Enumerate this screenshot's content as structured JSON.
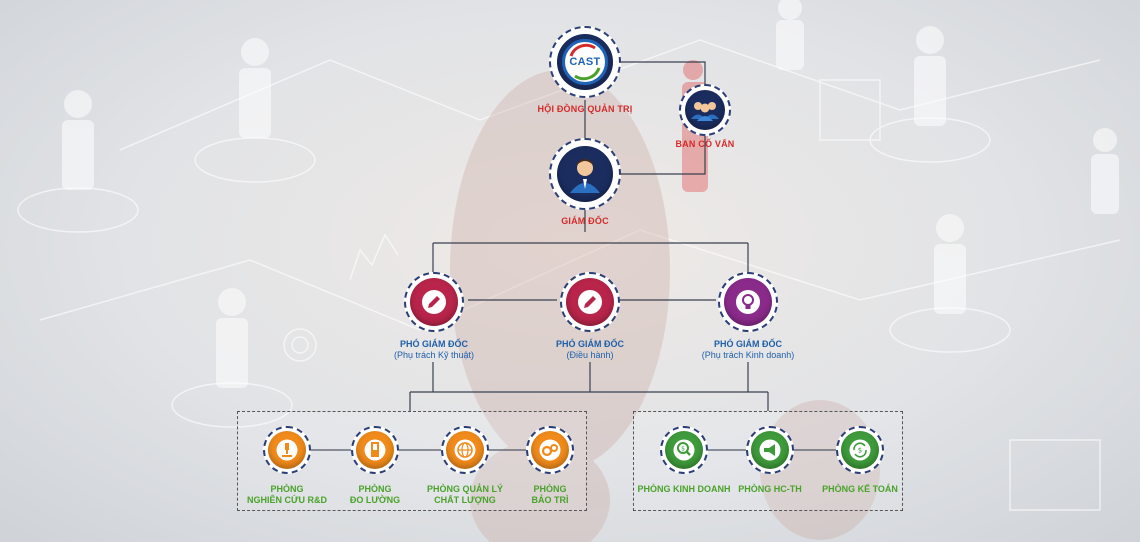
{
  "top": {
    "board_label": "HỘI ĐỒNG QUẢN TRỊ",
    "logo_text": "CAST",
    "advisory_label": "BAN CỐ VẤN",
    "director_label": "GIÁM ĐỐC"
  },
  "deputies": [
    {
      "title": "PHÓ GIÁM ĐỐC",
      "subtitle": "(Phụ trách Kỹ thuật)"
    },
    {
      "title": "PHÓ GIÁM ĐỐC",
      "subtitle": "(Điều hành)"
    },
    {
      "title": "PHÓ GIÁM ĐỐC",
      "subtitle": "(Phụ trách Kinh doanh)"
    }
  ],
  "departments_left": [
    {
      "line1": "PHÒNG",
      "line2": "NGHIÊN CỨU R&D",
      "icon": "microscope-icon"
    },
    {
      "line1": "PHÒNG",
      "line2": "ĐO LƯỜNG",
      "icon": "beaker-icon"
    },
    {
      "line1": "PHÒNG QUẢN LÝ",
      "line2": "CHẤT LƯỢNG",
      "icon": "iso-globe-icon"
    },
    {
      "line1": "PHÒNG",
      "line2": "BẢO TRÌ",
      "icon": "gears-icon"
    }
  ],
  "departments_right": [
    {
      "line1": "PHÒNG KINH DOANH",
      "icon": "dollar-search-icon"
    },
    {
      "line1": "PHÒNG HC-TH",
      "icon": "megaphone-icon"
    },
    {
      "line1": "PHÒNG KẾ TOÁN",
      "icon": "dollar-cycle-icon"
    }
  ],
  "colors": {
    "ring": "#2c3e78",
    "red_label": "#d42b2b",
    "blue_label": "#1f5fa8",
    "green_label": "#4aa22b",
    "deputy_red": "#b8244a",
    "deputy_purple": "#8a2a8a",
    "orange": "#f08a1a",
    "green": "#3e9a3a"
  }
}
